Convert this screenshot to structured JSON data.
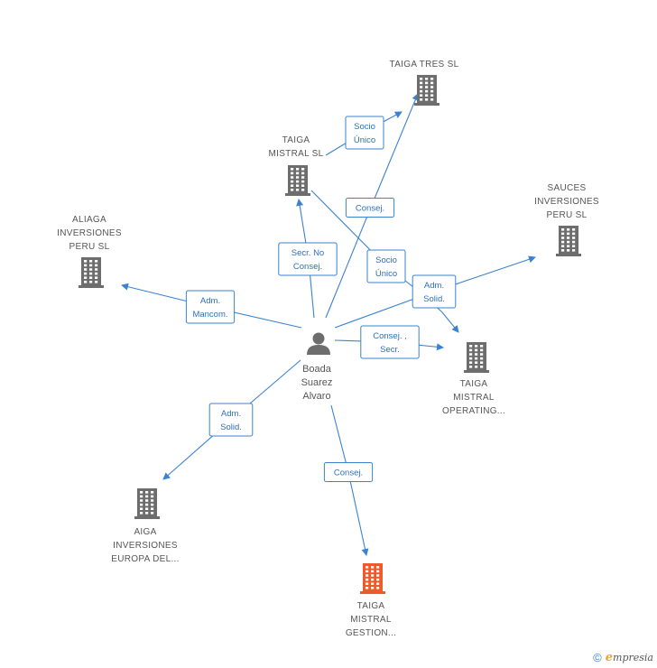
{
  "colors": {
    "edge": "#3b82d0",
    "building_default": "#6d6d6d",
    "building_highlight": "#ef5a28",
    "person": "#6d6d6d"
  },
  "person": {
    "id": "boada",
    "lines": [
      "Boada",
      "Suarez",
      "Alvaro"
    ],
    "icon": "person-icon"
  },
  "companies": [
    {
      "id": "taiga_tres",
      "lines": [
        "TAIGA TRES  SL"
      ],
      "icon": "building-icon",
      "highlight": false
    },
    {
      "id": "taiga_mistral_sl",
      "lines": [
        "TAIGA",
        "MISTRAL SL"
      ],
      "icon": "building-icon",
      "highlight": false
    },
    {
      "id": "sauces",
      "lines": [
        "SAUCES",
        "INVERSIONES",
        "PERU SL"
      ],
      "icon": "building-icon",
      "highlight": false
    },
    {
      "id": "aliaga",
      "lines": [
        "ALIAGA",
        "INVERSIONES",
        "PERU SL"
      ],
      "icon": "building-icon",
      "highlight": false
    },
    {
      "id": "taiga_operating",
      "lines": [
        "TAIGA",
        "MISTRAL",
        "OPERATING..."
      ],
      "icon": "building-icon",
      "highlight": false
    },
    {
      "id": "aiga_europa",
      "lines": [
        "AIGA",
        "INVERSIONES",
        "EUROPA DEL..."
      ],
      "icon": "building-icon",
      "highlight": false
    },
    {
      "id": "taiga_gestion",
      "lines": [
        "TAIGA",
        "MISTRAL",
        "GESTION..."
      ],
      "icon": "building-icon",
      "highlight": true
    }
  ],
  "relations": [
    {
      "id": "r_socio_unico_tres",
      "from": "taiga_mistral_sl",
      "to": "taiga_tres",
      "lines": [
        "Socio",
        "Único"
      ]
    },
    {
      "id": "r_consej_tres",
      "from": "boada",
      "to": "taiga_tres",
      "lines": [
        "Consej."
      ]
    },
    {
      "id": "r_secr_mistral",
      "from": "boada",
      "to": "taiga_mistral_sl",
      "lines": [
        "Secr.  No",
        "Consej."
      ]
    },
    {
      "id": "r_socio_unico_operating",
      "from": "taiga_mistral_sl",
      "to": "taiga_operating",
      "lines": [
        "Socio",
        "Único"
      ]
    },
    {
      "id": "r_adm_solid_sauces",
      "from": "boada",
      "to": "sauces",
      "lines": [
        "Adm.",
        "Solid."
      ]
    },
    {
      "id": "r_adm_mancom_aliaga",
      "from": "boada",
      "to": "aliaga",
      "lines": [
        "Adm.",
        "Mancom."
      ]
    },
    {
      "id": "r_consej_secr_operating",
      "from": "boada",
      "to": "taiga_operating",
      "lines": [
        "Consej. ,",
        "Secr."
      ]
    },
    {
      "id": "r_adm_solid_aiga",
      "from": "boada",
      "to": "aiga_europa",
      "lines": [
        "Adm.",
        "Solid."
      ]
    },
    {
      "id": "r_consej_gestion",
      "from": "boada",
      "to": "taiga_gestion",
      "lines": [
        "Consej."
      ]
    }
  ],
  "footer": {
    "copyright_symbol": "©",
    "brand_initial": "e",
    "brand_rest": "mpresia"
  }
}
